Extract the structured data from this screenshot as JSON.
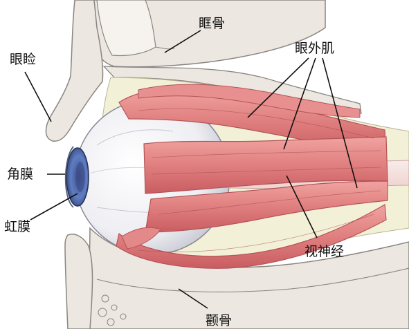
{
  "labels": {
    "orbital_bone": "眶骨",
    "eyelid": "眼睑",
    "extraocular_muscles": "眼外肌",
    "cornea": "角膜",
    "iris": "虹膜",
    "optic_nerve": "视神经",
    "temporal_bone": "颧骨"
  },
  "colors": {
    "muscle": "#e07f7f",
    "muscle_dark": "#c55c60",
    "bone": "#ece7e0",
    "bone_outline": "#8a8580",
    "fat": "#f3f0d8",
    "sclera": "#f2f2f6",
    "iris": "#5b78bf",
    "nerve": "#f4e2df"
  }
}
